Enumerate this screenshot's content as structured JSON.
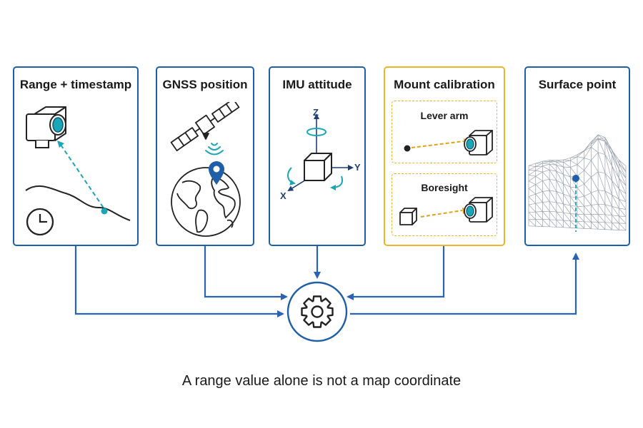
{
  "panels": {
    "range": {
      "title": "Range + timestamp"
    },
    "gnss": {
      "title": "GNSS position"
    },
    "imu": {
      "title": "IMU attitude",
      "axes": {
        "z": "Z",
        "y": "Y",
        "x": "X"
      }
    },
    "mount": {
      "title": "Mount calibration",
      "lever_arm": "Lever arm",
      "boresight": "Boresight"
    },
    "surface": {
      "title": "Surface point"
    }
  },
  "caption": "A range value alone is not a map coordinate",
  "colors": {
    "border": "#1f5ea8",
    "arrow": "#2a62b6",
    "accent_teal": "#1aa6b7",
    "accent_gold": "#f0b429",
    "dark": "#222222"
  },
  "icons": [
    "lidar-sensor-icon",
    "clock-icon",
    "satellite-icon",
    "globe-icon",
    "location-pin-icon",
    "imu-cube-icon",
    "mesh-terrain-icon",
    "gear-icon"
  ]
}
